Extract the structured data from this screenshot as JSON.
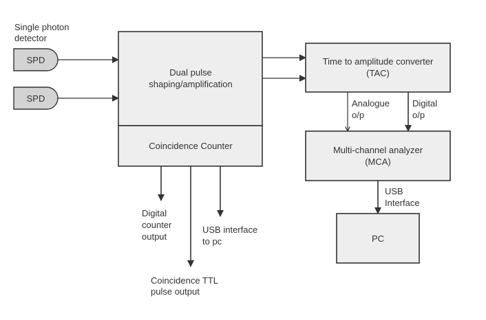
{
  "diagram": {
    "detector_caption": [
      "Single photon",
      "detector"
    ],
    "spd_nodes": [
      {
        "id": "spd1",
        "label": "SPD"
      },
      {
        "id": "spd2",
        "label": "SPD"
      }
    ],
    "pulse_box": {
      "lines": [
        "Dual pulse",
        "shaping/amplification"
      ]
    },
    "counter_box": {
      "label": "Coincidence Counter"
    },
    "tac_box": {
      "lines": [
        "Time to amplitude converter",
        "(TAC)"
      ]
    },
    "mca_box": {
      "lines": [
        "Multi-channel analyzer",
        "(MCA)"
      ]
    },
    "pc_box": {
      "label": "PC"
    },
    "edge_labels": {
      "analogue": [
        "Analogue",
        "o/p"
      ],
      "digital": [
        "Digital",
        "o/p"
      ],
      "usb_mca_pc": [
        "USB",
        "Interface"
      ],
      "digital_counter": [
        "Digital",
        "counter",
        "output"
      ],
      "usb_pc": [
        "USB interface",
        "to pc"
      ],
      "ttl": [
        "Coincidence TTL",
        "pulse output"
      ]
    },
    "edges": [
      {
        "from": "spd1",
        "to": "pulse_box"
      },
      {
        "from": "spd2",
        "to": "pulse_box"
      },
      {
        "from": "pulse_box",
        "to": "tac_box"
      },
      {
        "from": "pulse_box",
        "to": "tac_box"
      },
      {
        "from": "tac_box",
        "to": "mca_box",
        "label": "Analogue o/p"
      },
      {
        "from": "tac_box",
        "to": "mca_box",
        "label": "Digital o/p"
      },
      {
        "from": "mca_box",
        "to": "pc_box",
        "label": "USB Interface"
      },
      {
        "from": "counter_box",
        "to": "digital_counter_output"
      },
      {
        "from": "counter_box",
        "to": "ttl_output"
      },
      {
        "from": "counter_box",
        "to": "usb_to_pc"
      }
    ]
  }
}
